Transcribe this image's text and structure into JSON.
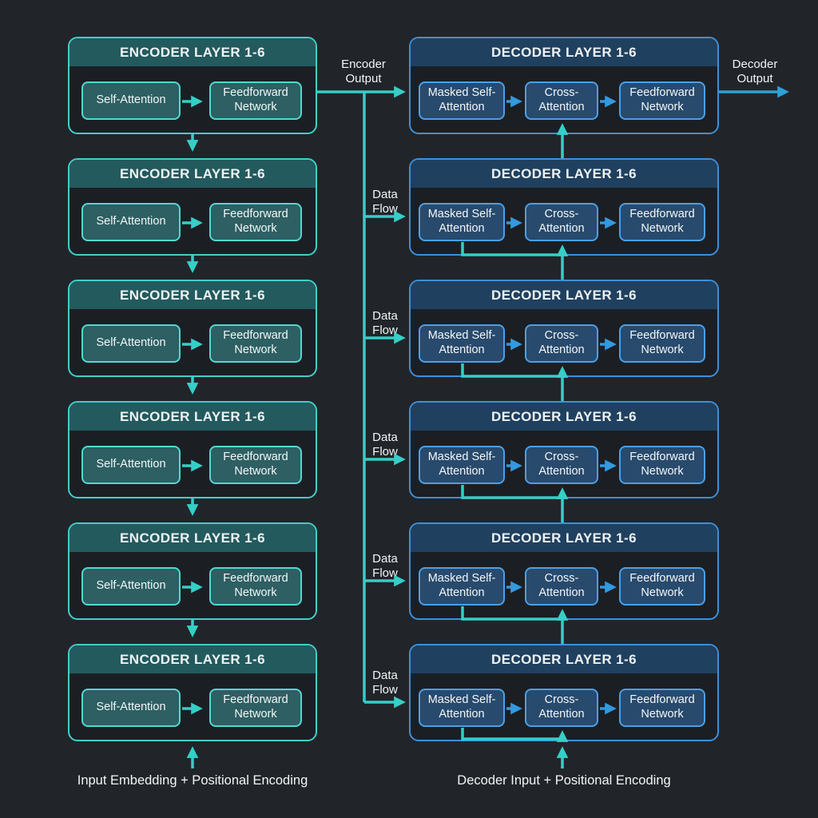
{
  "encoder": {
    "layer_title": "ENCODER LAYER 1-6",
    "num_layers_shown": 6,
    "self_attention_label": "Self-Attention",
    "feedforward_label": "Feedforward Network",
    "input_label": "Input Embedding + Positional Encoding",
    "output_label": "Encoder Output"
  },
  "decoder": {
    "layer_title": "DECODER LAYER 1-6",
    "num_layers_shown": 6,
    "masked_self_attention_label": "Masked Self-Attention",
    "cross_attention_label": "Cross-Attention",
    "feedforward_label": "Feedforward Network",
    "input_label": "Decoder Input + Positional Encoding",
    "output_label": "Decoder Output"
  },
  "connections": {
    "data_flow_label": "Data Flow",
    "data_flow_arrow_count": 5
  },
  "colors": {
    "background": "#212529",
    "encoder_border": "#41cfc8",
    "encoder_header_fill": "#235a5e",
    "encoder_block_fill": "#2d5f63",
    "decoder_border": "#3e8fd8",
    "decoder_header_fill": "#20405f",
    "decoder_block_fill": "#284a6d",
    "teal_flow_line": "#35cfc7",
    "blue_arrow": "#3399e0",
    "decoder_output_arrow": "#2ba3d8",
    "text": "#f2f5f6"
  }
}
